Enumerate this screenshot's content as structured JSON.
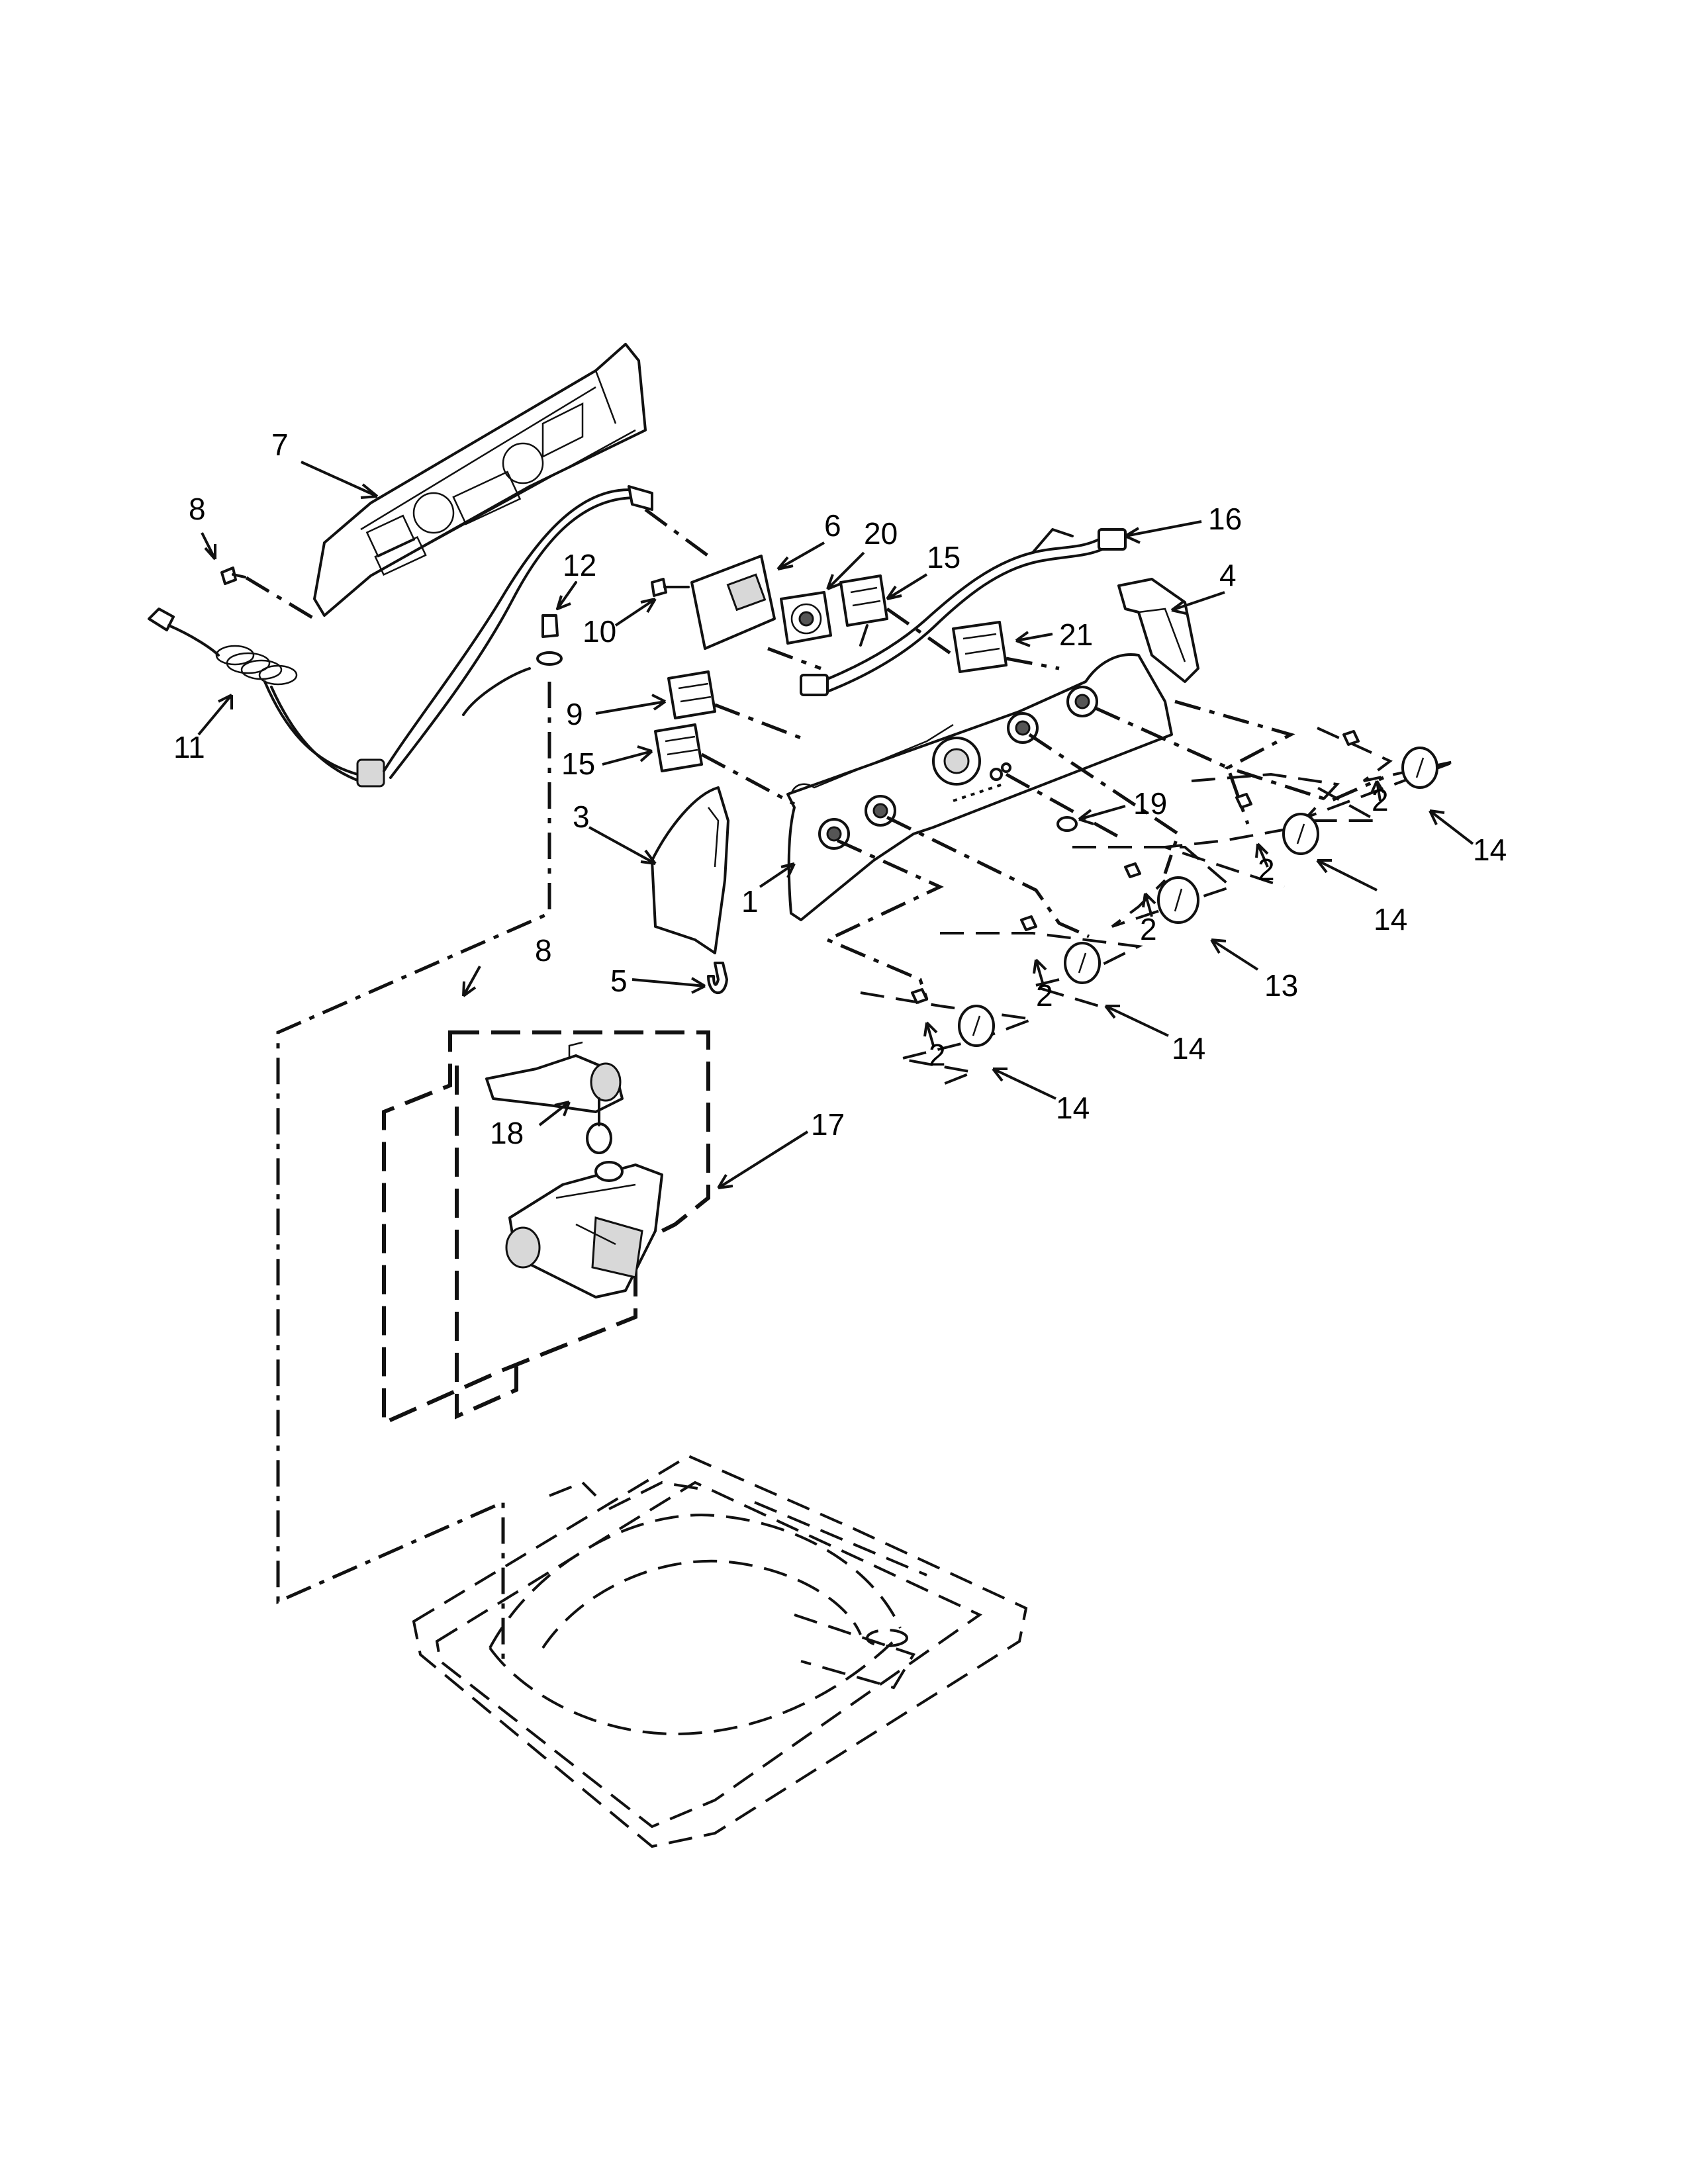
{
  "callouts": [
    {
      "id": "c7",
      "text": "7"
    },
    {
      "id": "c8a",
      "text": "8"
    },
    {
      "id": "c12",
      "text": "12"
    },
    {
      "id": "c6",
      "text": "6"
    },
    {
      "id": "c20",
      "text": "20"
    },
    {
      "id": "c15a",
      "text": "15"
    },
    {
      "id": "c16",
      "text": "16"
    },
    {
      "id": "c4",
      "text": "4"
    },
    {
      "id": "c10",
      "text": "10"
    },
    {
      "id": "c21",
      "text": "21"
    },
    {
      "id": "c11",
      "text": "11"
    },
    {
      "id": "c9",
      "text": "9"
    },
    {
      "id": "c15b",
      "text": "15"
    },
    {
      "id": "c3",
      "text": "3"
    },
    {
      "id": "c19",
      "text": "19"
    },
    {
      "id": "c1",
      "text": "1"
    },
    {
      "id": "c2a",
      "text": "2"
    },
    {
      "id": "c14a",
      "text": "14"
    },
    {
      "id": "c2b",
      "text": "2"
    },
    {
      "id": "c14b",
      "text": "14"
    },
    {
      "id": "c2c",
      "text": "2"
    },
    {
      "id": "c13",
      "text": "13"
    },
    {
      "id": "c8b",
      "text": "8"
    },
    {
      "id": "c5",
      "text": "5"
    },
    {
      "id": "c2d",
      "text": "2"
    },
    {
      "id": "c14c",
      "text": "14"
    },
    {
      "id": "c2e",
      "text": "2"
    },
    {
      "id": "c14d",
      "text": "14"
    },
    {
      "id": "c18",
      "text": "18"
    },
    {
      "id": "c17",
      "text": "17"
    }
  ]
}
